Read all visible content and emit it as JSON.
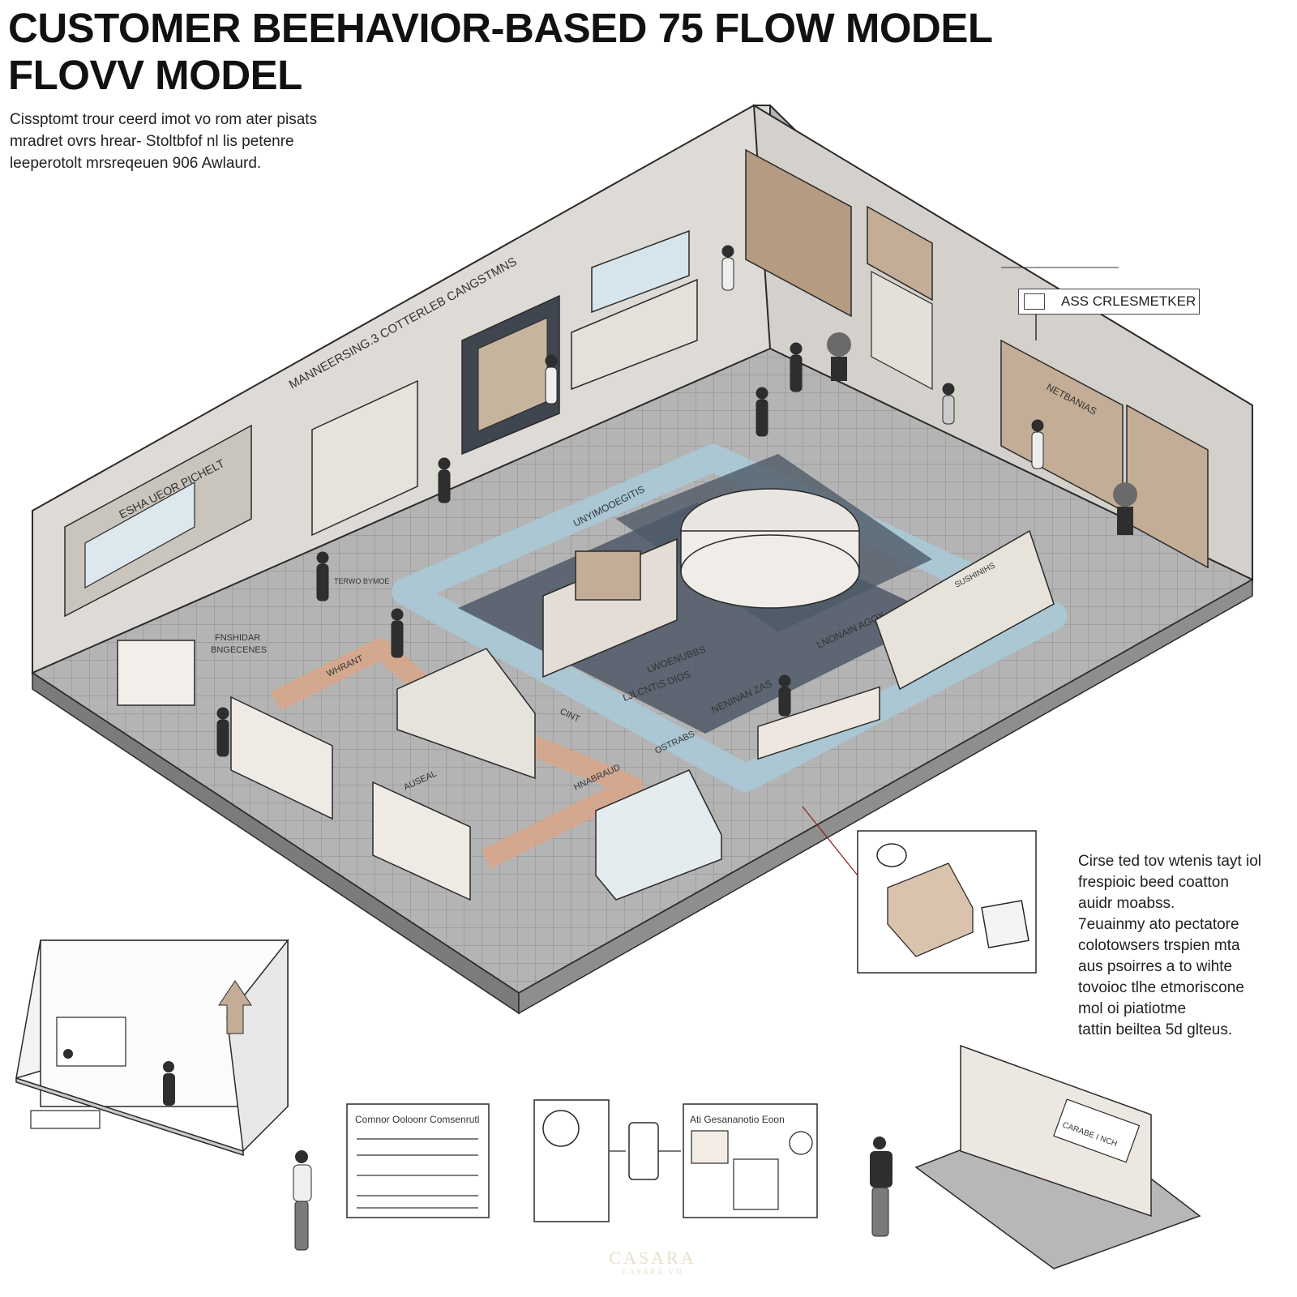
{
  "title": {
    "line1": "CUSTOMER BEEHAVIOR-BASED 75 FLOW MODEL",
    "line2": "FLOVV MODEL"
  },
  "intro": {
    "line1": "Cissptomt trour ceerd imot vo rom ater pisats",
    "line2": "mradret ovrs hrear- Stoltbfof nl lis petenre",
    "line3": "leeperotolt mrsreqeuen 906 Awlaurd."
  },
  "store_labels": {
    "back_wall_sign": "MANNEERSING.3 COTTERLEB CANGSTMNS",
    "left_wall_sign": "ESHA UEOR PICHELT",
    "callout": "ASS CRLESMETKER",
    "right_shelf_sign": "NETBANIAS",
    "floor_zone_1": "UNYIMOOEGITIS",
    "floor_zone_2": "LWOENUBBS",
    "floor_zone_3": "LJLCNTIS DIOS",
    "floor_zone_4": "LNONAIN AGOY",
    "floor_zone_5": "NENINAN ZAS",
    "floor_path_1": "WHRANT",
    "floor_path_2": "AUSEAL",
    "floor_path_3": "HNABRAUD",
    "floor_path_4": "OSTRABS",
    "floor_path_5": "CINT",
    "annotation_left": "FNSHIDAR",
    "annotation_left_2": "BNGECENES",
    "annotation_kiosk": "TERWO BYMOE",
    "display_board": "SUSHINIHS"
  },
  "side_note": {
    "line1": "Cirse ted tov wtenis tayt iol",
    "line2": "frespioic beed coatton",
    "line3": "auidr moabss.",
    "line4": "7euainmy ato pectatore",
    "line5": "colotowsers trspien mta",
    "line6": "aus psoirres a to wihte",
    "line7": "tovoioc tlhe etmoriscone",
    "line8": "mol oi piatiotme",
    "line9": "tattin beiltea 5d glteus."
  },
  "panels": {
    "panel_1_title": "Comnor Ooloonr Comsenrutl",
    "panel_2_title": "Ati Gesananotio Eoon",
    "box_labels": "CARABE I NCH"
  },
  "watermark": {
    "main": "CASARA",
    "sub": "CASARA.VN"
  },
  "colors": {
    "floor": "#a9a9a9",
    "wall": "#d9d7d3",
    "wood": "#c4ad96",
    "path_blue": "#a9c9d6",
    "path_orange": "#d6a68a",
    "dark_zone": "#4d5866",
    "outline": "#2a2a2a"
  }
}
